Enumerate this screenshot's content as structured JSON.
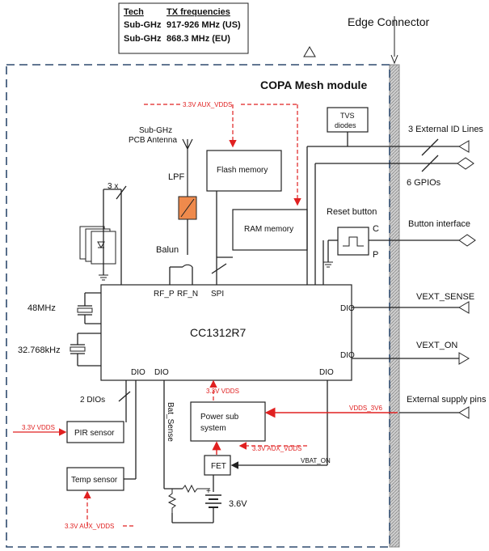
{
  "freq_table": {
    "headers": [
      "Tech",
      "TX frequencies"
    ],
    "rows": [
      [
        "Sub-GHz",
        "917-926 MHz (US)"
      ],
      [
        "Sub-GHz",
        "868.3 MHz (EU)"
      ]
    ]
  },
  "edge_connector": "Edge Connector",
  "module_title": "COPA Mesh module",
  "chip": {
    "name": "CC1312R7",
    "pins": {
      "rf_p": "RF_P",
      "rf_n": "RF_N",
      "spi": "SPI",
      "dio_right_top": "DIO",
      "dio_right_mid": "DIO",
      "dio_bottom_left": "DIO",
      "dio_bottom_mid": "DIO",
      "dio_bottom_right": "DIO"
    }
  },
  "blocks": {
    "flash": "Flash memory",
    "ram": "RAM memory",
    "tvs_line1": "TVS",
    "tvs_line2": "diodes",
    "power_line1": "Power sub",
    "power_line2": "system",
    "fet": "FET",
    "pir": "PIR sensor",
    "temp": "Temp sensor",
    "lpf": "LPF",
    "balun": "Balun"
  },
  "labels": {
    "antenna_line1": "Sub-GHz",
    "antenna_line2": "PCB Antenna",
    "aux_vdds_top": "3.3V AUX_VDDS",
    "three_x": "3 x",
    "xtal_48": "48MHz",
    "xtal_32": "32.768kHz",
    "two_dios": "2 DIOs",
    "pir_vdds": "3.3V VDDS",
    "temp_aux_vdds": "3.3V AUX_VDDS",
    "bat_sense": "Bat_Sense",
    "power_vdds": "3.3V VDDS",
    "power_aux_vdds": "3.3V AUX_VDDS",
    "vbat_on": "VBAT_ON",
    "battery": "3.6V",
    "reset_button": "Reset button",
    "reset_c": "C",
    "reset_p": "P",
    "vdds_3v6": "VDDS_3V6"
  },
  "edge_signals": {
    "ext_id": "3 External ID Lines",
    "gpios": "6 GPIOs",
    "button_interface": "Button interface",
    "vext_sense": "VEXT_SENSE",
    "vext_on": "VEXT_ON",
    "ext_supply": "External supply pins"
  },
  "colors": {
    "accent_red": "#e02020",
    "module_border": "#2e4a6e",
    "lpf_fill": "#ef8a4c",
    "connector_fill": "#c8c8c8"
  }
}
